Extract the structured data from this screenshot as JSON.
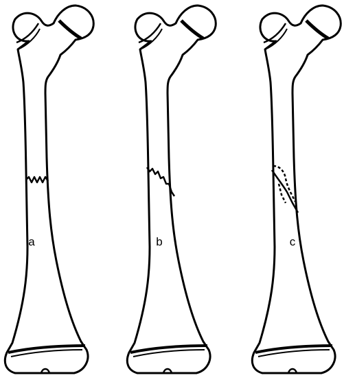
{
  "figure": {
    "panels": [
      {
        "label": "a",
        "fracture_type": "transverse"
      },
      {
        "label": "b",
        "fracture_type": "oblique"
      },
      {
        "label": "c",
        "fracture_type": "comminuted-wedge"
      }
    ],
    "colors": {
      "line": "#000000",
      "background": "#ffffff"
    }
  }
}
